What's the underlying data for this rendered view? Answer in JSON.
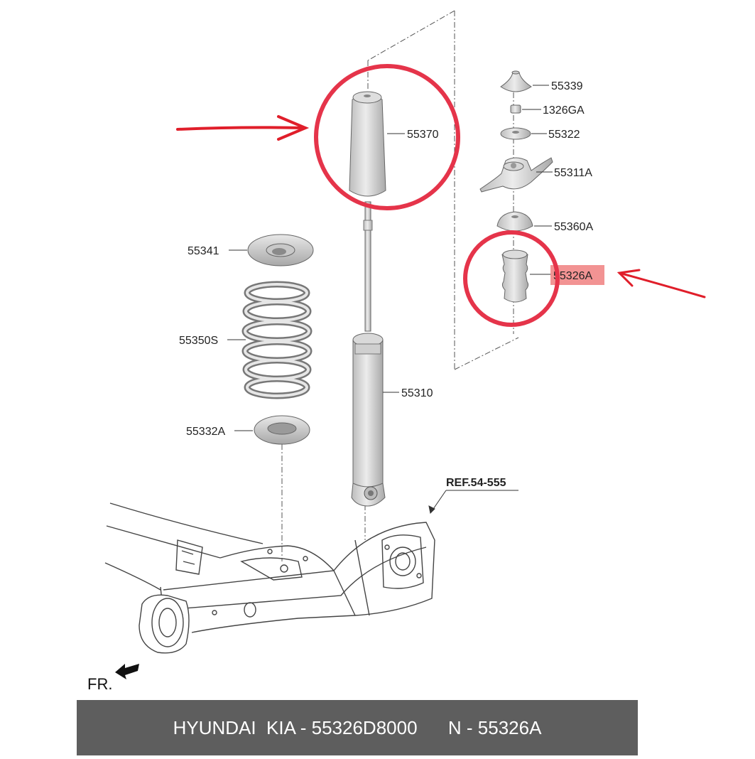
{
  "parts": {
    "p55339": "55339",
    "p1326GA": "1326GA",
    "p55322": "55322",
    "p55311A": "55311A",
    "p55360A": "55360A",
    "p55326A": "55326A",
    "p55370": "55370",
    "p55341": "55341",
    "p55350S": "55350S",
    "p55310": "55310",
    "p55332A": "55332A",
    "ref": "REF.54-555"
  },
  "direction": {
    "label": "FR."
  },
  "footer": {
    "brand": "HYUNDAI  KIA - 55326D8000",
    "number": "N - 55326A"
  },
  "colors": {
    "highlight_circle": "#e5344a",
    "arrow": "#e01e2a",
    "label_highlight": "#f08080",
    "footer_bg": "#5e5e5e"
  }
}
